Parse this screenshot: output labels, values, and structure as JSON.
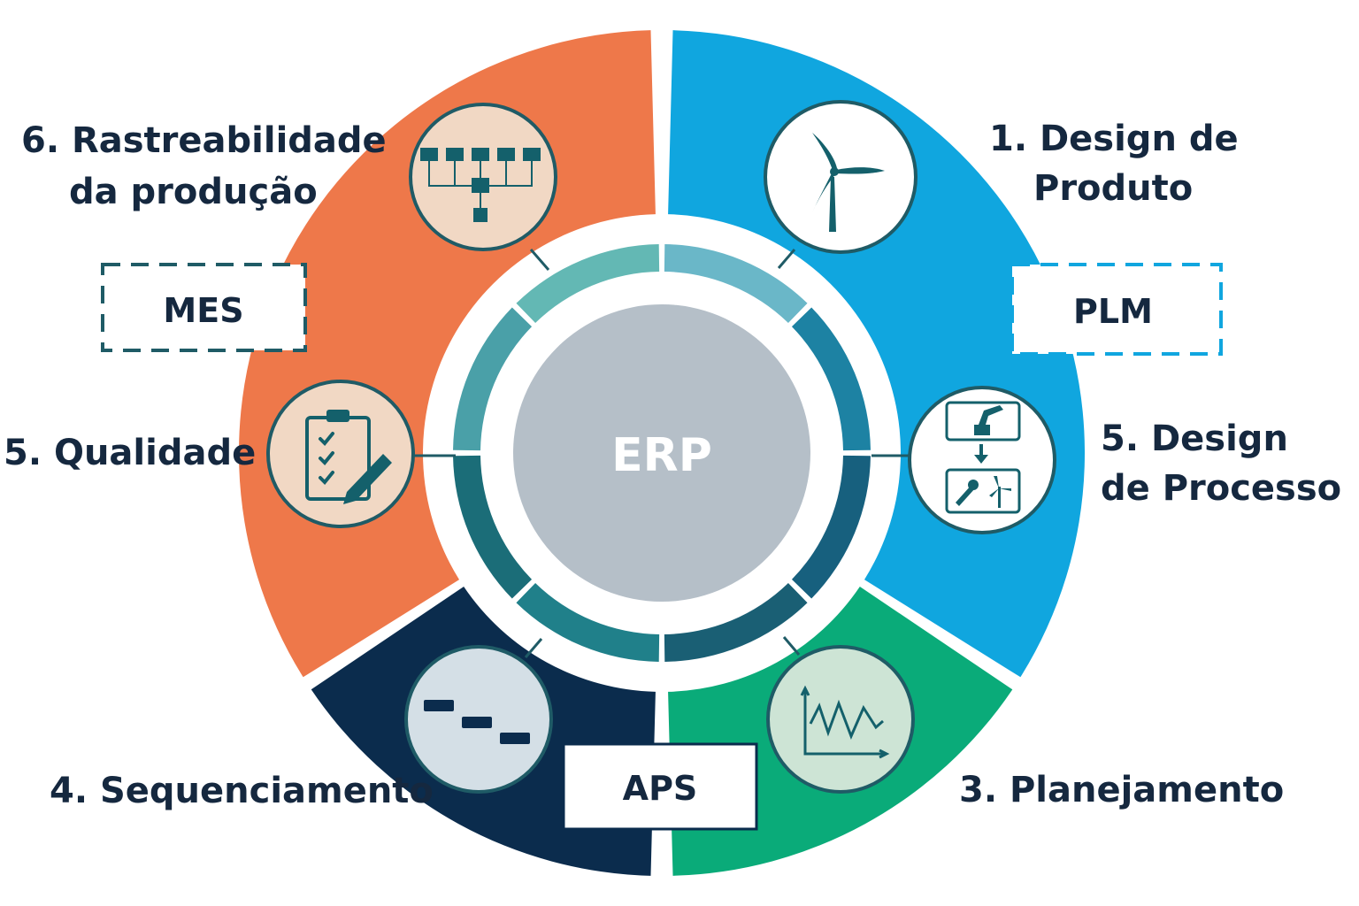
{
  "center": {
    "label": "ERP",
    "color": "#b5bfc8"
  },
  "colors": {
    "orange": "#ee784a",
    "blue": "#10a6df",
    "green": "#0aab79",
    "navy": "#0b2c4d",
    "ink": "#15283f",
    "icon_stroke": "#1f5b66",
    "icon_fill_teal": "#14606b"
  },
  "steps": [
    {
      "id": "step1",
      "line1": "1. Design de",
      "line2": "Produto",
      "icon": "wind-turbine-icon"
    },
    {
      "id": "step5b",
      "line1": "5. Design",
      "line2": "de Processo",
      "icon": "process-design-icon"
    },
    {
      "id": "step3",
      "line1": "3. Planejamento",
      "icon": "line-chart-icon"
    },
    {
      "id": "step4",
      "line1": "4. Sequenciamento",
      "icon": "gantt-bars-icon"
    },
    {
      "id": "step5a",
      "line1": "5. Qualidade",
      "icon": "clipboard-checklist-icon"
    },
    {
      "id": "step6",
      "line1": "6. Rastreabilidade",
      "line2": "da produção",
      "icon": "flowchart-icon"
    }
  ],
  "systems": {
    "plm": "PLM",
    "mes": "MES",
    "aps": "APS"
  }
}
